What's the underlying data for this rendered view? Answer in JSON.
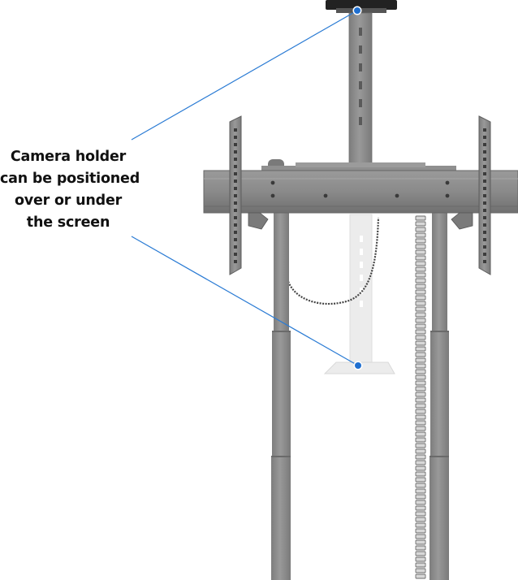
{
  "caption": {
    "lines": [
      "Camera holder",
      "can be positioned",
      "over or under",
      "the screen"
    ]
  },
  "colors": {
    "metal": "#878787",
    "metal_dark": "#6e6e6e",
    "metal_light": "#9a9a9a",
    "ghost": "#e9e9e9",
    "callout_line": "#2a7bd4",
    "callout_dot": "#1f6fd0",
    "cable": "#444444"
  },
  "icons": {
    "callout_top": "callout-dot",
    "callout_bottom": "callout-dot"
  }
}
